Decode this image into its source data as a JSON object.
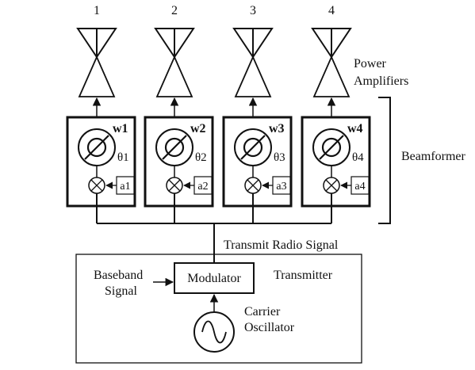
{
  "antennas": [
    {
      "number": "1",
      "weight": "w1",
      "phase": "θ1",
      "amplitude": "a1"
    },
    {
      "number": "2",
      "weight": "w2",
      "phase": "θ2",
      "amplitude": "a2"
    },
    {
      "number": "3",
      "weight": "w3",
      "phase": "θ3",
      "amplitude": "a3"
    },
    {
      "number": "4",
      "weight": "w4",
      "phase": "θ4",
      "amplitude": "a4"
    }
  ],
  "labels": {
    "power_amplifiers_line1": "Power",
    "power_amplifiers_line2": "Amplifiers",
    "beamformer": "Beamformer",
    "transmit_radio_signal": "Transmit Radio Signal",
    "baseband_line1": "Baseband",
    "baseband_line2": "Signal",
    "modulator": "Modulator",
    "transmitter": "Transmitter",
    "carrier_line1": "Carrier",
    "carrier_line2": "Oscillator"
  },
  "colors": {
    "line": "#111111",
    "background": "#ffffff"
  }
}
